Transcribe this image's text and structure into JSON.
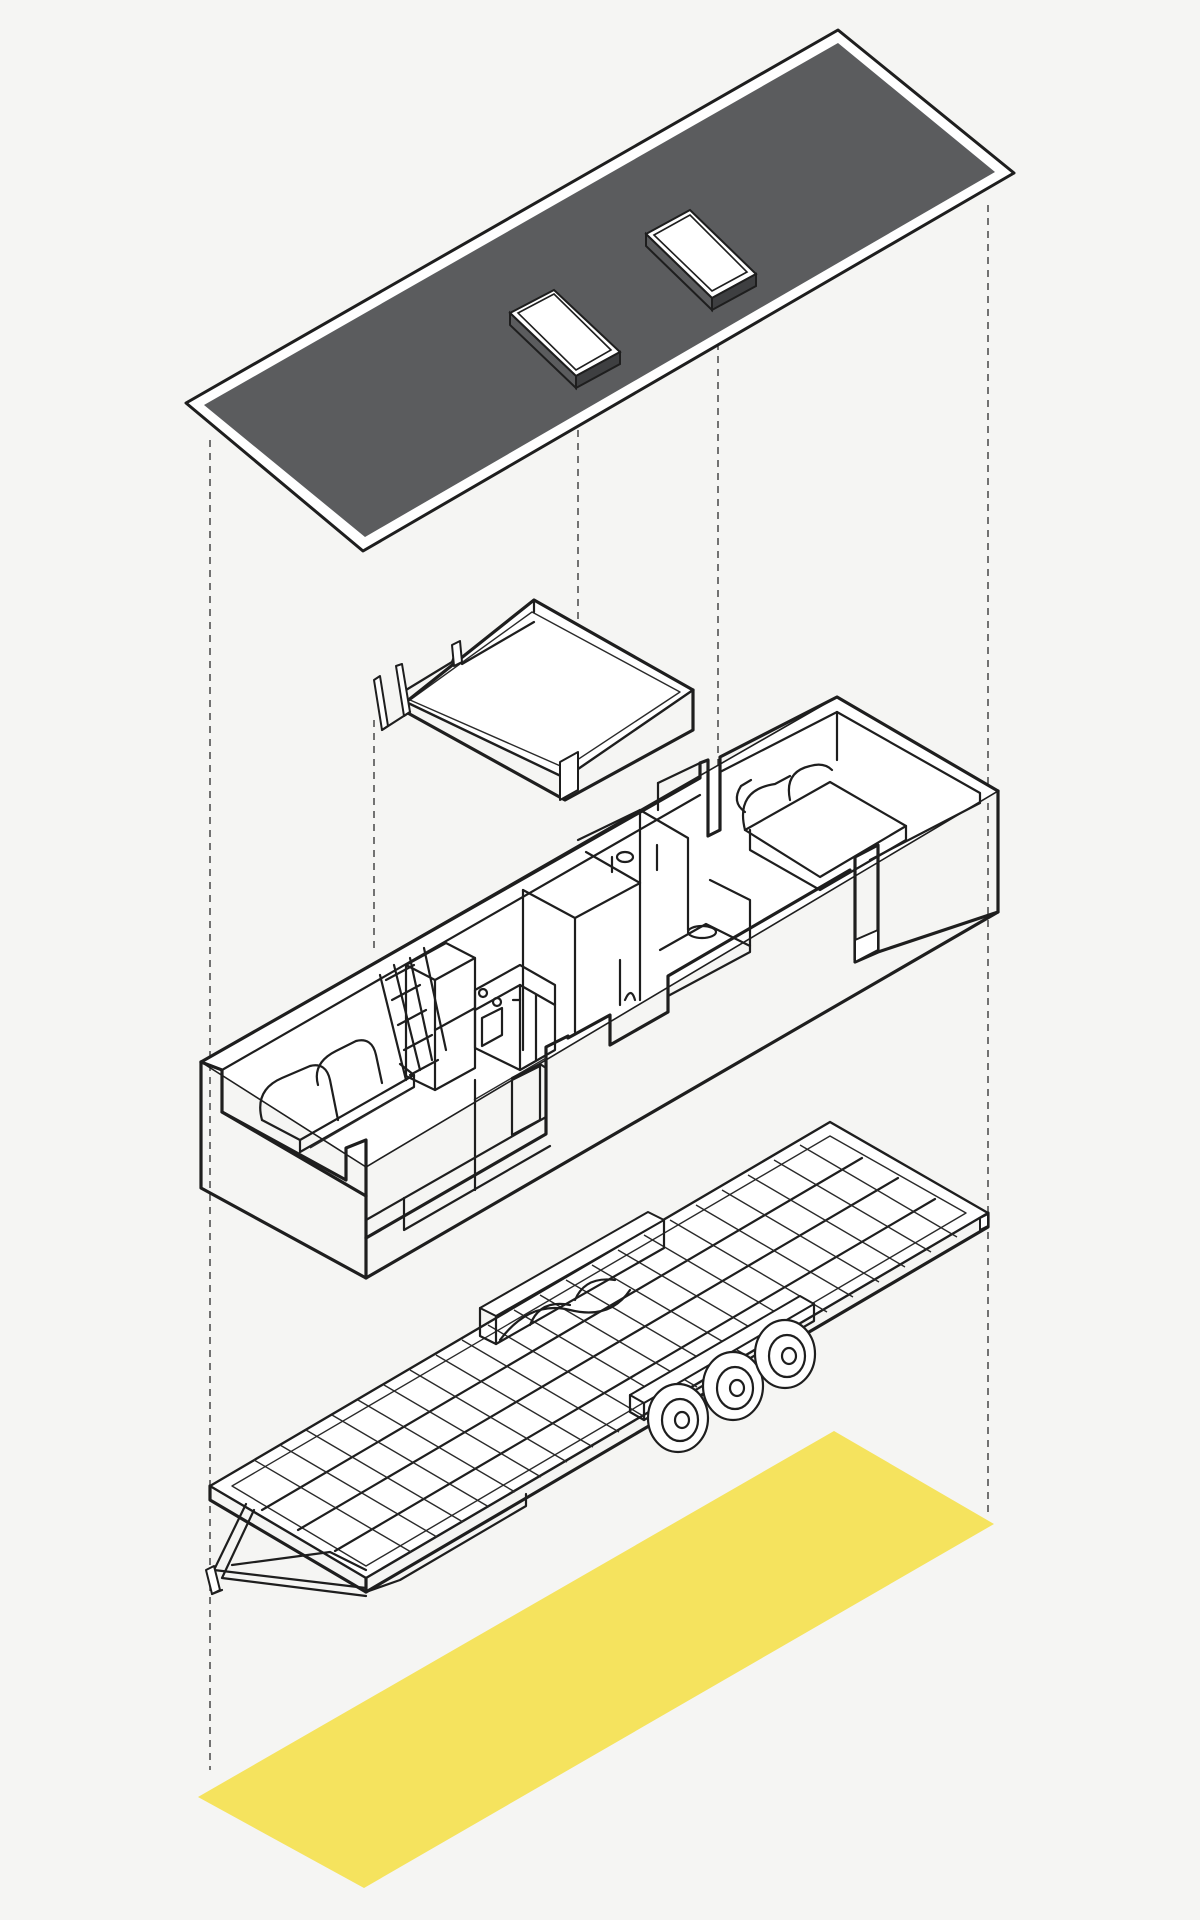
{
  "colors": {
    "background": "#f5f5f3",
    "roof": "#5b5c5e",
    "footprint": "#f5e35e",
    "line": "#1e1e1e",
    "fill": "#ffffff"
  },
  "layers": [
    "roof",
    "loft",
    "interior",
    "trailer",
    "footprint"
  ]
}
